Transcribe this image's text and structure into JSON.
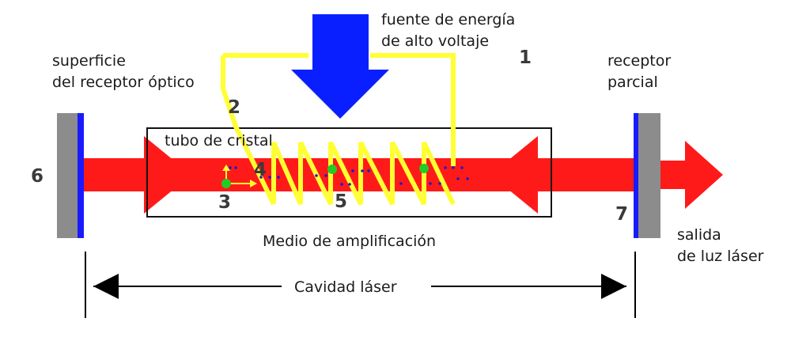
{
  "labels": {
    "source_line1": "fuente de energía",
    "source_line2": "de alto voltaje",
    "mirror_left_line1": "superficie",
    "mirror_left_line2": "del receptor óptico",
    "mirror_right_line1": "receptor",
    "mirror_right_line2": "parcial",
    "tube": "tubo de cristal",
    "medium": "Medio de amplificación",
    "cavity": "Cavidad láser",
    "output_line1": "salida",
    "output_line2": "de luz láser"
  },
  "numbers": {
    "n1": "1",
    "n2": "2",
    "n3": "3",
    "n4": "4",
    "n5": "5",
    "n6": "6",
    "n7": "7"
  },
  "colors": {
    "beam": "#ff1a1a",
    "coil": "#ffff33",
    "source_arrow": "#0a1fff",
    "mirror_gray": "#8c8c8c",
    "mirror_blue": "#1a1aff",
    "atom": "#22cc22",
    "photon": "#1a1acc"
  }
}
